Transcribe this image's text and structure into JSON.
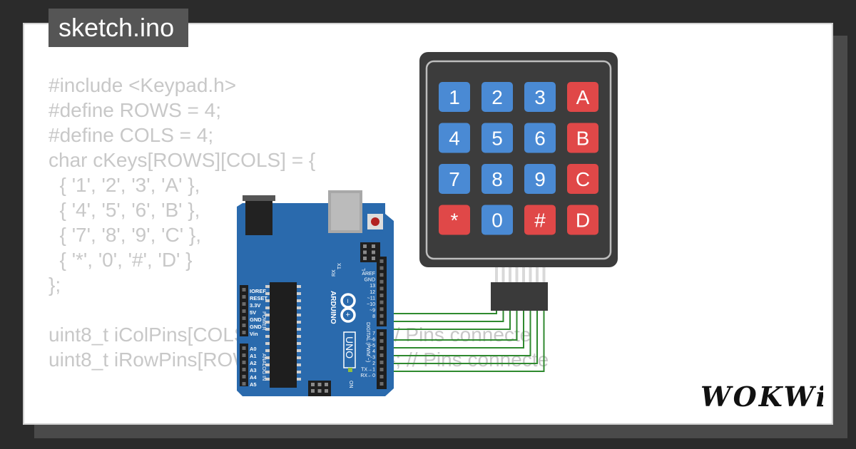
{
  "file_tab": {
    "title": "sketch.ino"
  },
  "code_lines": [
    "#include <Keypad.h>",
    "#define ROWS = 4;",
    "#define COLS = 4;",
    "char cKeys[ROWS][COLS] = {",
    "  { '1', '2', '3', 'A' },",
    "  { '4', '5', '6', 'B' },",
    "  { '7', '8', '9', 'C' },",
    "  { '*', '0', '#', 'D' }",
    "};",
    "",
    "uint8_t iColPins[COLS] = { 5, 4, 3, 2 }; // Pins connecte",
    "uint8_t iRowPins[ROWS] = { 9, 8, 7, 6 }; // Pins connecte"
  ],
  "keypad": {
    "keys": [
      [
        "1",
        "2",
        "3",
        "A"
      ],
      [
        "4",
        "5",
        "6",
        "B"
      ],
      [
        "7",
        "8",
        "9",
        "C"
      ],
      [
        "*",
        "0",
        "#",
        "D"
      ]
    ],
    "colors": {
      "body": "#3c3c3c",
      "frame": "#bdbdbd",
      "blue_key": "#4a8ad4",
      "red_key": "#e04848"
    }
  },
  "arduino": {
    "brand": "ARDUINO",
    "model": "UNO",
    "power_header": "POWER",
    "analog_header": "ANALOG IN",
    "digital_header": "DIGITAL (PWM ~)",
    "power_pins": [
      "IOREF",
      "RESET",
      "3.3V",
      "5V",
      "GND",
      "GND",
      "Vin"
    ],
    "analog_pins": [
      "A0",
      "A1",
      "A2",
      "A3",
      "A4",
      "A5"
    ],
    "digital_pins": [
      "AREF",
      "GND",
      "13",
      "12",
      "~11",
      "~10",
      "~9",
      "8",
      "",
      "7",
      "~6",
      "~5",
      "4",
      "~3",
      "2",
      "TX→1",
      "RX←0"
    ],
    "led_labels": [
      "TX",
      "RX",
      "L"
    ],
    "on_label": "ON",
    "colors": {
      "board": "#2a6aad",
      "wire": "#2f8a2f"
    }
  },
  "logo": {
    "text": "WOKWi"
  }
}
